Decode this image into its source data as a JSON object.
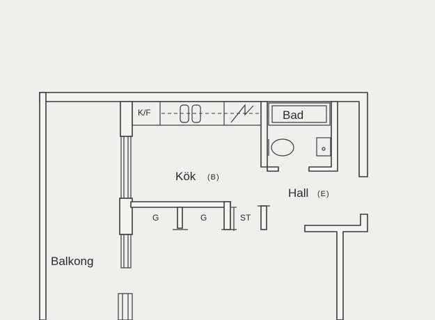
{
  "plan": {
    "rooms": {
      "kitchen": {
        "name": "Kök",
        "code": "(B)"
      },
      "hall": {
        "name": "Hall",
        "code": "(E)"
      },
      "bath": {
        "name": "Bad"
      },
      "balcony": {
        "name": "Balkong"
      }
    },
    "fixtures": {
      "fridge_freezer": "K/F",
      "wardrobe_left": "G",
      "wardrobe_right": "G",
      "storage": "ST"
    }
  }
}
